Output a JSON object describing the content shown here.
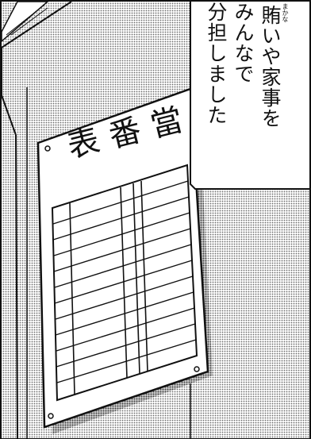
{
  "panel": {
    "ruby": "まかな",
    "caption": [
      "賄いや家事を",
      "みんなで",
      "分担しました"
    ]
  },
  "board": {
    "title": "當番表",
    "title_as_drawn": "表番當"
  }
}
